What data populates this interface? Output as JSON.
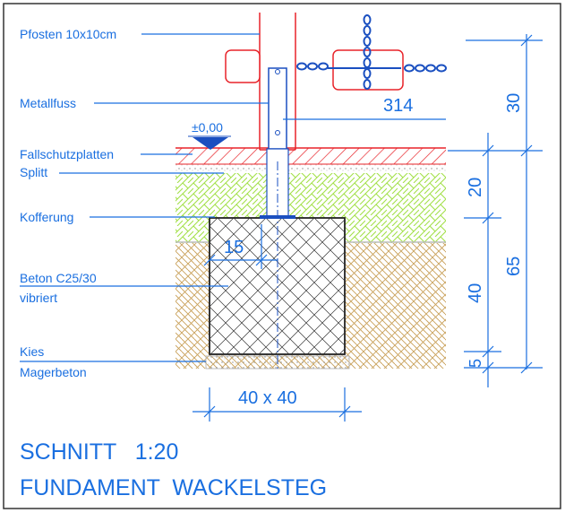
{
  "labels": {
    "pfosten": "Pfosten 10x10cm",
    "metallfuss": "Metallfuss",
    "fallschutz": "Fallschutzplatten",
    "splitt": "Splitt",
    "kofferung": "Kofferung",
    "beton": "Beton C25/30",
    "vibriert": "vibriert",
    "kies": "Kies",
    "magerbeton": "Magerbeton"
  },
  "level_mark": "±0,00",
  "dimensions": {
    "chain_height": "314",
    "post_inset": "15",
    "footing_size": "40 x 40",
    "right_outer": "30",
    "right_layer_top": "20",
    "right_concrete": "40",
    "right_base": "5",
    "right_total": "65"
  },
  "title": {
    "line1": "SCHNITT   1:20",
    "line2": "FUNDAMENT  WACKELSTEG"
  },
  "colors": {
    "annotation": "#1a6fe0",
    "frame": "#333333",
    "fallschutz_hatch": "#e8242a",
    "kofferung_hatch": "#a3e04a",
    "kies_hatch": "#c9a15a",
    "concrete_line": "#222222"
  }
}
